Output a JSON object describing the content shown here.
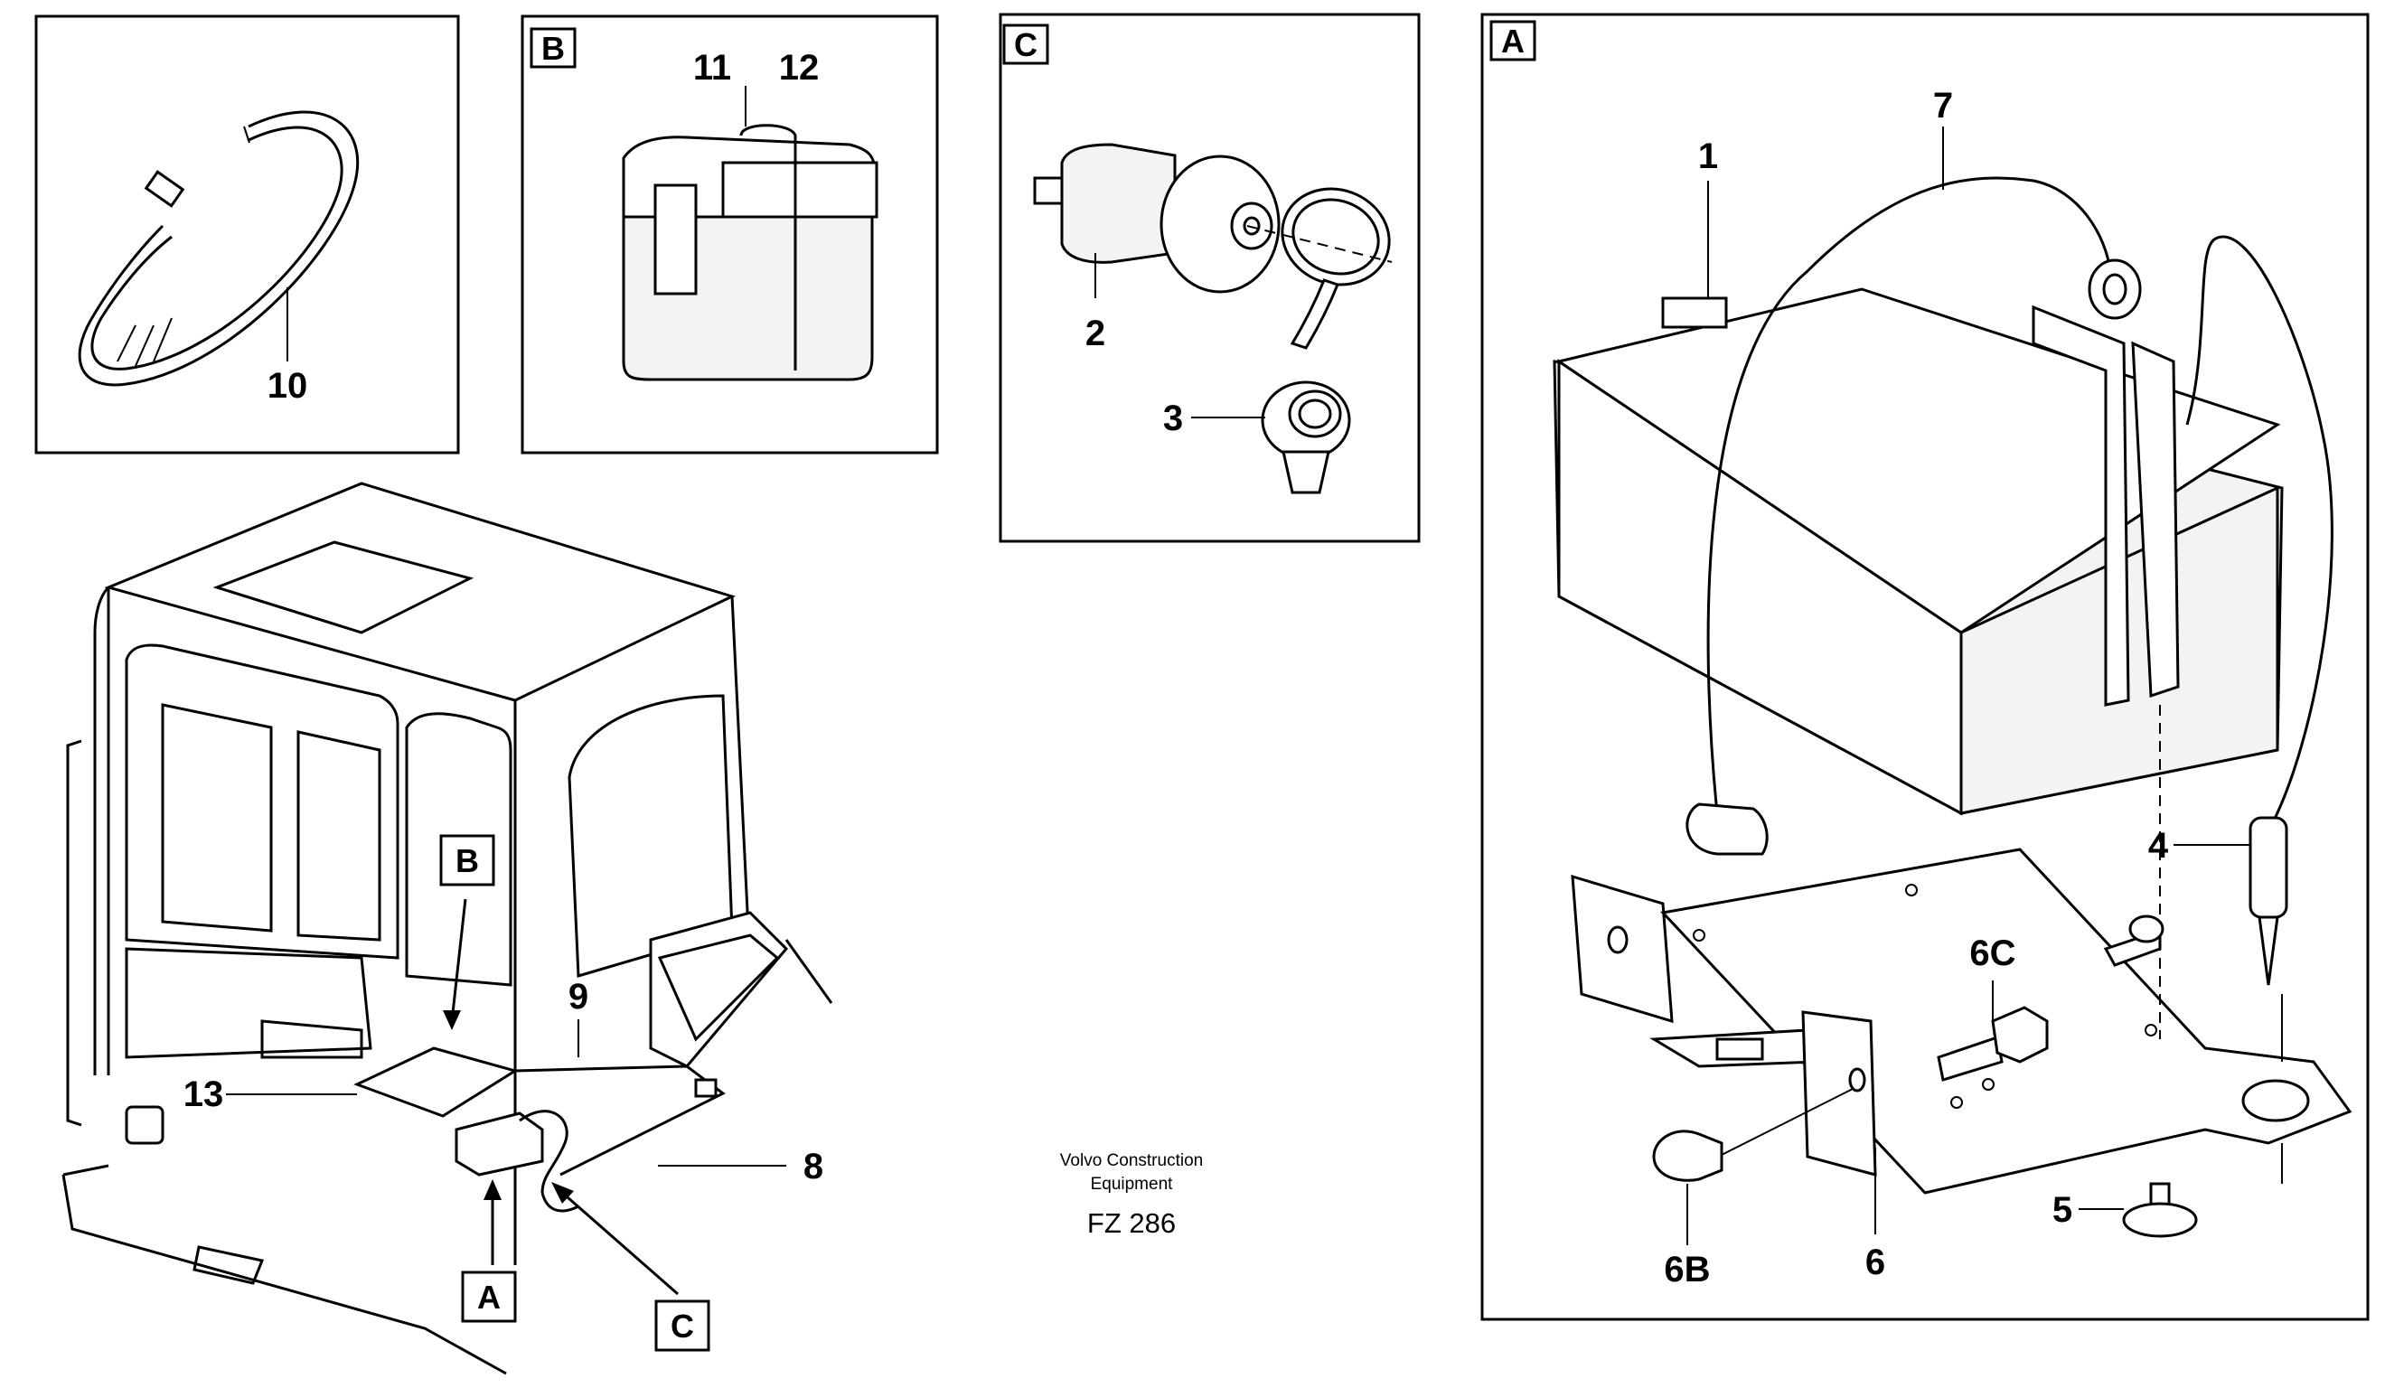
{
  "labels": {
    "part_1": "1",
    "part_2": "2",
    "part_3": "3",
    "part_4": "4",
    "part_5": "5",
    "part_6": "6",
    "part_6b": "6B",
    "part_6c": "6C",
    "part_7": "7",
    "part_8": "8",
    "part_9": "9",
    "part_10": "10",
    "part_11": "11",
    "part_12": "12",
    "part_13": "13"
  },
  "callouts": {
    "a": "A",
    "b": "B",
    "c": "C"
  },
  "footer": {
    "company_line1": "Volvo Construction",
    "company_line2": "Equipment",
    "code": "FZ 286"
  }
}
